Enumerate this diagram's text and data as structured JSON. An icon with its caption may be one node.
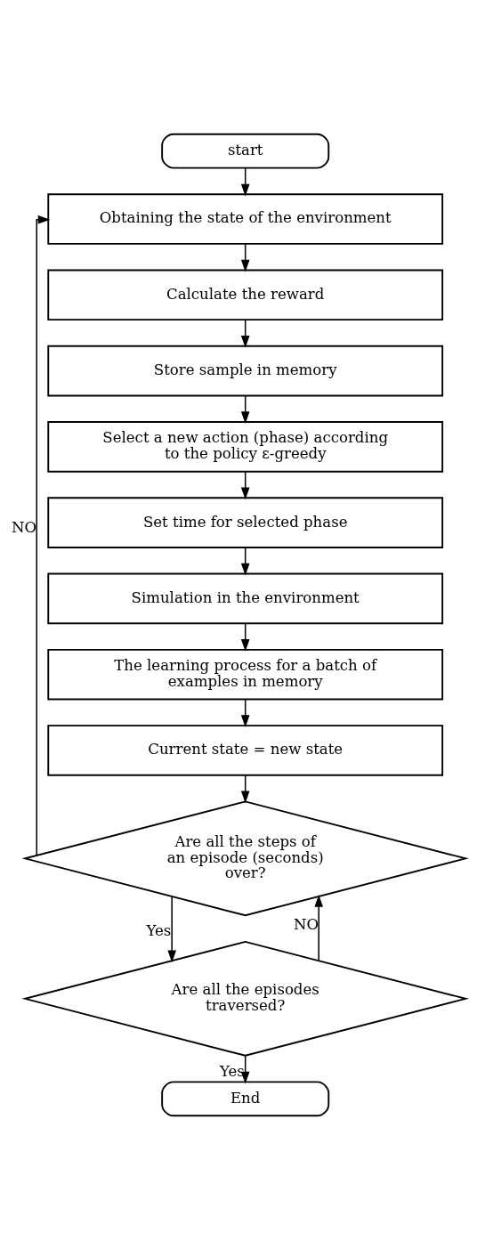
{
  "diagram": {
    "nodes": [
      {
        "text": [
          "start"
        ]
      },
      {
        "text": [
          "Obtaining the state of the environment"
        ]
      },
      {
        "text": [
          "Calculate the reward"
        ]
      },
      {
        "text": [
          "Store sample in memory"
        ]
      },
      {
        "text": [
          "Select a new action (phase) according to the policy ε-greedy"
        ]
      },
      {
        "text": [
          "Set time for selected phase"
        ]
      },
      {
        "text": [
          "Simulation in the environment"
        ]
      },
      {
        "text": [
          "The learning process for a batch of examples in memory"
        ]
      },
      {
        "text": [
          "Current state = new state"
        ]
      },
      {
        "text": [
          "Are all the steps of an episode (seconds) over?"
        ]
      },
      {
        "text": [
          "Are all the episodes traversed?"
        ]
      },
      {
        "text": [
          "End"
        ]
      }
    ],
    "edges": [
      {
        "from": 0,
        "to": 1,
        "arrow": "to"
      },
      {
        "from": 1,
        "to": 2,
        "arrow": "to"
      },
      {
        "from": 2,
        "to": 3,
        "arrow": "to"
      },
      {
        "from": 3,
        "to": 4,
        "arrow": "to"
      },
      {
        "from": 4,
        "to": 5,
        "arrow": "to"
      },
      {
        "from": 5,
        "to": 6,
        "arrow": "to"
      },
      {
        "from": 6,
        "to": 7,
        "arrow": "to"
      },
      {
        "from": 7,
        "to": 8,
        "arrow": "to"
      },
      {
        "from": 8,
        "to": 9,
        "arrow": "to"
      },
      {
        "from": 9,
        "to": 10,
        "arrow": "to",
        "label": "Yes"
      },
      {
        "from": 10,
        "to": 11,
        "arrow": "to",
        "label": "Yes"
      },
      {
        "from": 9,
        "to": 1,
        "arrow": "to",
        "label": "NO"
      },
      {
        "from": 10,
        "to": 9,
        "arrow": "to",
        "label": "NO"
      }
    ]
  }
}
